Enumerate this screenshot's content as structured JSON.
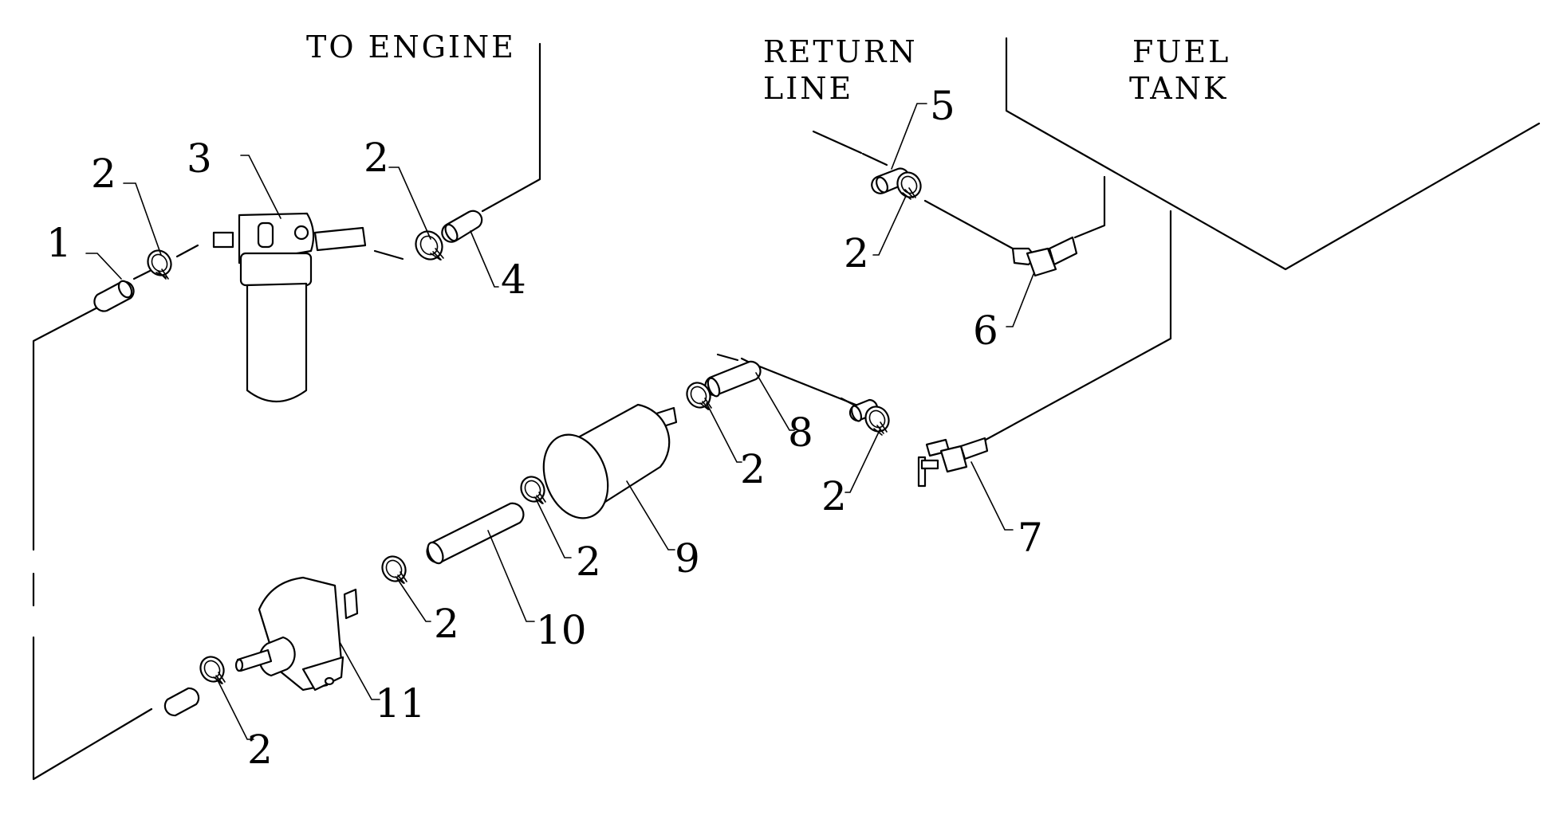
{
  "captions": {
    "to_engine": "TO ENGINE",
    "return_line_1": "RETURN",
    "return_line_2": "LINE",
    "fuel_tank_1": "FUEL",
    "fuel_tank_2": "TANK"
  },
  "callouts": {
    "c1": "1",
    "c2a": "2",
    "c2b": "2",
    "c2c": "2",
    "c2d": "2",
    "c2e": "2",
    "c2f": "2",
    "c2g": "2",
    "c2h": "2",
    "c3": "3",
    "c4": "4",
    "c5": "5",
    "c6": "6",
    "c7": "7",
    "c8": "8",
    "c9": "9",
    "c10": "10",
    "c11": "11"
  }
}
